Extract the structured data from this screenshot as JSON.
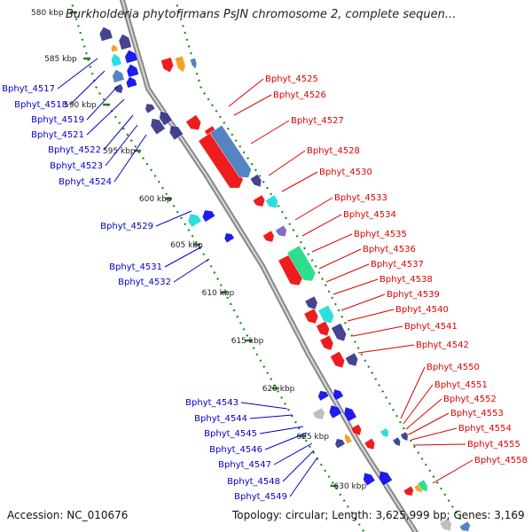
{
  "title": "Burkholderia phytofirmans PsJN chromosome 2, complete sequen...",
  "footer": {
    "accession": "Accession: NC_010676",
    "info": "Topology: circular; Length: 3,625,999 bp; Genes: 3,169"
  },
  "colors": {
    "left_label": "#0000cc",
    "right_label": "#dd0000",
    "backbone": "#888888",
    "guide": "#1a8c1a"
  },
  "scale_ticks": [
    "580 kbp",
    "585 kbp",
    "590 kbp",
    "595 kbp",
    "600 kbp",
    "605 kbp",
    "610 kbp",
    "615 kbp",
    "620 kbp",
    "625 kbp",
    "630 kbp"
  ],
  "left_labels": [
    "Bphyt_4517",
    "Bphyt_4518",
    "Bphyt_4519",
    "Bphyt_4521",
    "Bphyt_4522",
    "Bphyt_4523",
    "Bphyt_4524",
    "Bphyt_4529",
    "Bphyt_4531",
    "Bphyt_4532",
    "Bphyt_4543",
    "Bphyt_4544",
    "Bphyt_4545",
    "Bphyt_4546",
    "Bphyt_4547",
    "Bphyt_4548",
    "Bphyt_4549"
  ],
  "right_labels": [
    "Bphyt_4525",
    "Bphyt_4526",
    "Bphyt_4527",
    "Bphyt_4528",
    "Bphyt_4530",
    "Bphyt_4533",
    "Bphyt_4534",
    "Bphyt_4535",
    "Bphyt_4536",
    "Bphyt_4537",
    "Bphyt_4538",
    "Bphyt_4539",
    "Bphyt_4540",
    "Bphyt_4541",
    "Bphyt_4542",
    "Bphyt_4550",
    "Bphyt_4551",
    "Bphyt_4552",
    "Bphyt_4553",
    "Bphyt_4554",
    "Bphyt_4555",
    "Bphyt_4558"
  ]
}
